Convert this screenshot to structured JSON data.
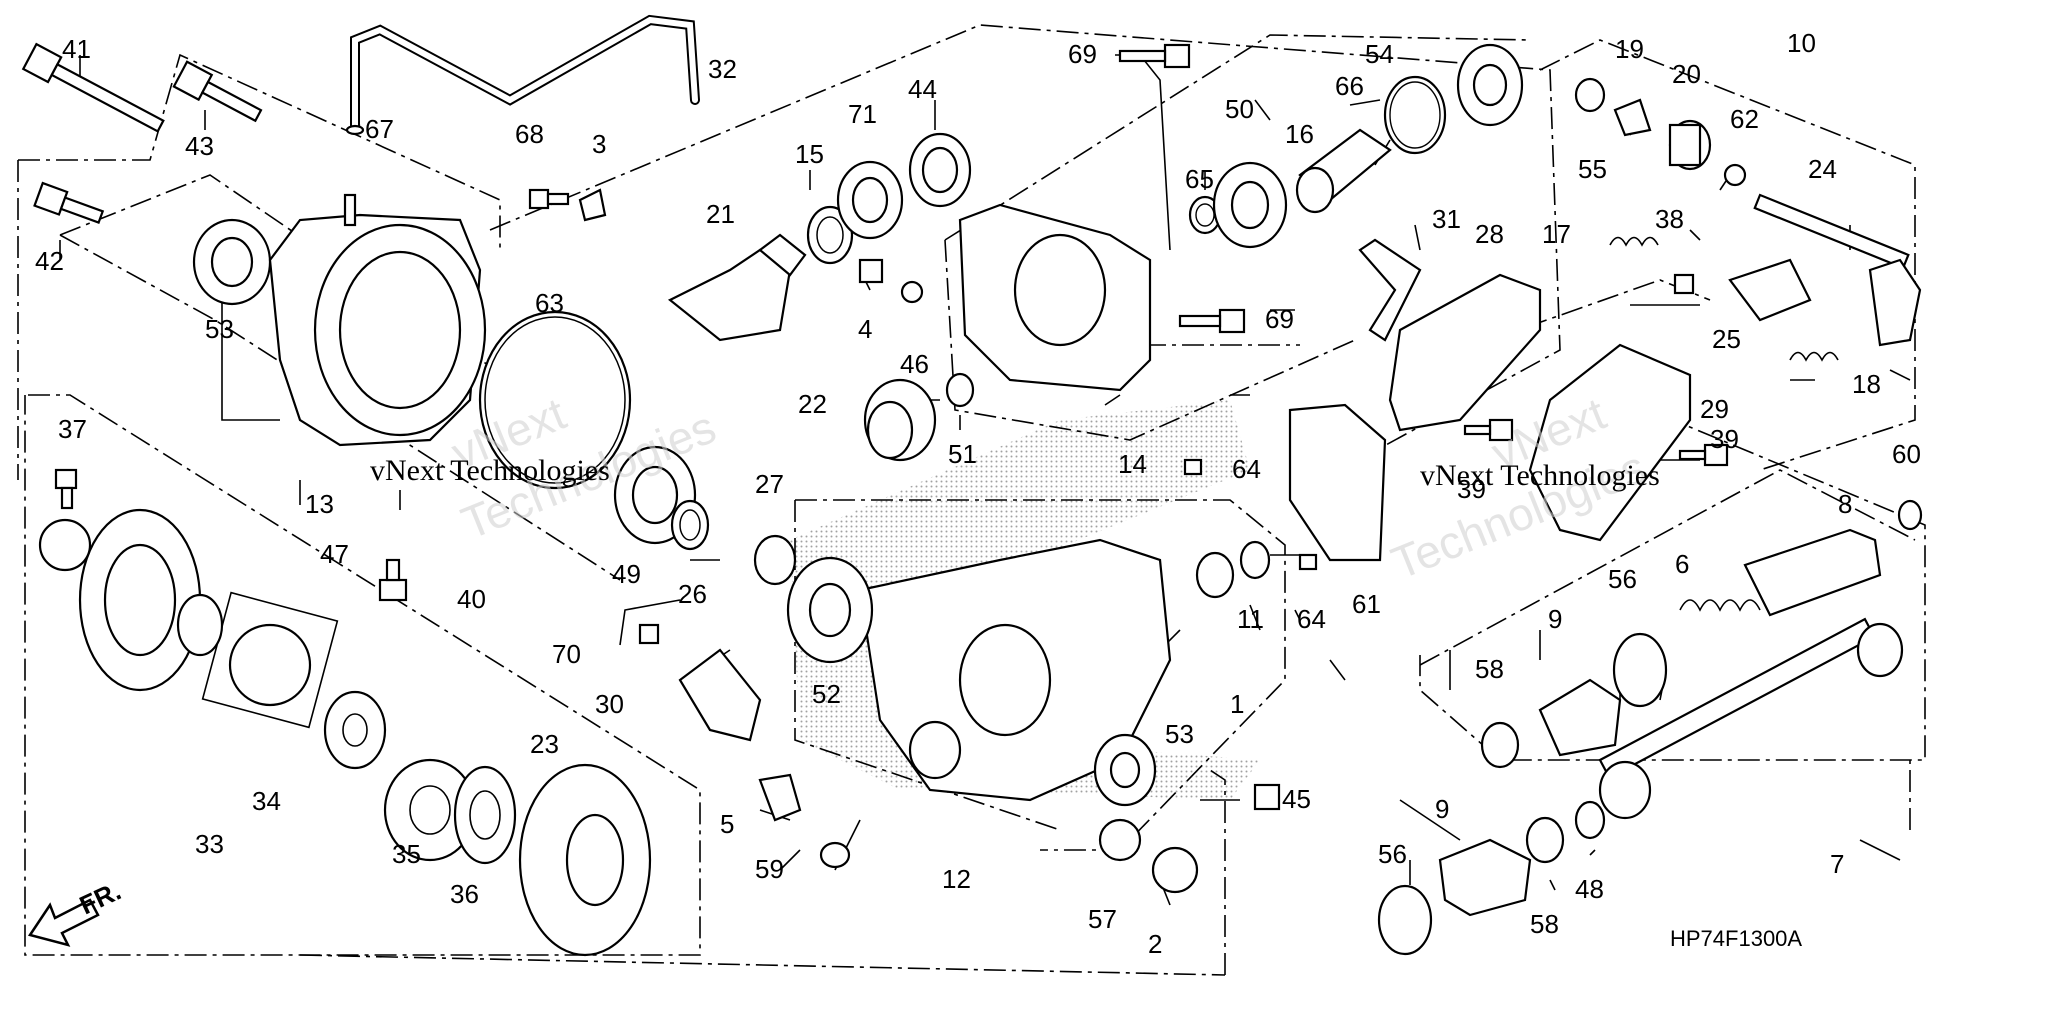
{
  "diagram_code": "HP74F1300A",
  "front_marker": "FR.",
  "watermark": {
    "line1": "vNext",
    "line2": "Technologies",
    "inline": "vNext Technologies"
  },
  "parts": [
    "1",
    "2",
    "3",
    "4",
    "5",
    "6",
    "7",
    "8",
    "9",
    "10",
    "11",
    "12",
    "13",
    "14",
    "15",
    "16",
    "17",
    "18",
    "19",
    "20",
    "21",
    "22",
    "23",
    "24",
    "25",
    "26",
    "27",
    "28",
    "29",
    "30",
    "31",
    "32",
    "33",
    "34",
    "35",
    "36",
    "37",
    "38",
    "39",
    "40",
    "41",
    "42",
    "43",
    "44",
    "45",
    "46",
    "47",
    "48",
    "49",
    "50",
    "51",
    "52",
    "53",
    "54",
    "55",
    "56",
    "57",
    "58",
    "59",
    "60",
    "61",
    "62",
    "63",
    "64",
    "65",
    "66",
    "67",
    "68",
    "69",
    "70",
    "71"
  ],
  "labels": {
    "p1": "1",
    "p2": "2",
    "p3": "3",
    "p4": "4",
    "p5": "5",
    "p6": "6",
    "p7": "7",
    "p8": "8",
    "p9a": "9",
    "p9b": "9",
    "p10": "10",
    "p11": "11",
    "p12": "12",
    "p13": "13",
    "p14": "14",
    "p15": "15",
    "p16": "16",
    "p17": "17",
    "p18": "18",
    "p19": "19",
    "p20": "20",
    "p21": "21",
    "p22": "22",
    "p23": "23",
    "p24": "24",
    "p25": "25",
    "p26": "26",
    "p27": "27",
    "p28": "28",
    "p29": "29",
    "p30": "30",
    "p31": "31",
    "p32": "32",
    "p33": "33",
    "p34": "34",
    "p35": "35",
    "p36": "36",
    "p37": "37",
    "p38": "38",
    "p39a": "39",
    "p39b": "39",
    "p40": "40",
    "p41": "41",
    "p42": "42",
    "p43": "43",
    "p44": "44",
    "p45": "45",
    "p46": "46",
    "p47": "47",
    "p48": "48",
    "p49": "49",
    "p50": "50",
    "p51": "51",
    "p52": "52",
    "p53a": "53",
    "p53b": "53",
    "p54": "54",
    "p55": "55",
    "p56a": "56",
    "p56b": "56",
    "p57": "57",
    "p58a": "58",
    "p58b": "58",
    "p59": "59",
    "p60": "60",
    "p61": "61",
    "p62": "62",
    "p63": "63",
    "p64a": "64",
    "p64b": "64",
    "p65": "65",
    "p66": "66",
    "p67": "67",
    "p68": "68",
    "p69a": "69",
    "p69b": "69",
    "p70": "70",
    "p71": "71"
  }
}
